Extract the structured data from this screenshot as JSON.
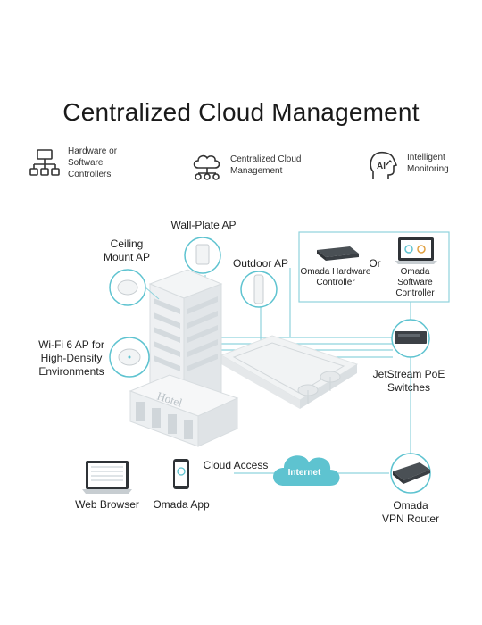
{
  "title": "Centralized Cloud Management",
  "features": [
    {
      "icon": "controller-hierarchy-icon",
      "lines": [
        "Hardware or",
        "Software",
        "Controllers"
      ]
    },
    {
      "icon": "cloud-network-icon",
      "lines": [
        "Centralized Cloud",
        "Management"
      ]
    },
    {
      "icon": "ai-head-icon",
      "lines": [
        "Intelligent",
        "Monitoring"
      ]
    }
  ],
  "devices": {
    "wall_plate_ap": "Wall-Plate AP",
    "ceiling_ap": [
      "Ceiling",
      "Mount AP"
    ],
    "outdoor_ap": "Outdoor AP",
    "wifi6_ap": [
      "Wi-Fi 6 AP for",
      "High-Density",
      "Environments"
    ],
    "hardware_controller": [
      "Omada Hardware",
      "Controller"
    ],
    "or": "Or",
    "software_controller": [
      "Omada",
      "Software",
      "Controller"
    ],
    "switches": [
      "JetStream PoE",
      "Switches"
    ],
    "router": [
      "Omada",
      "VPN Router"
    ],
    "cloud_access": "Cloud Access",
    "internet": "Internet",
    "web_browser": "Web Browser",
    "app": "Omada App",
    "hotel_sign": "Hotel"
  },
  "colors": {
    "accent": "#5ec3d0",
    "line": "#8fd3dd",
    "building": "#e9ecee"
  }
}
